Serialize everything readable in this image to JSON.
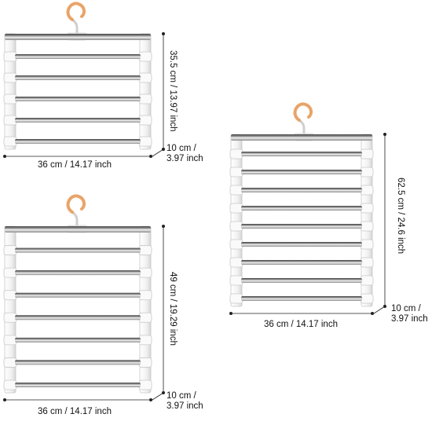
{
  "hangers": [
    {
      "name": "hanger-5-tier",
      "bars": 5,
      "width_label": "36 cm / 14.17 inch",
      "height_label": "35.5 cm / 13.97 inch",
      "depth_label_line1": "10 cm /",
      "depth_label_line2": "3.97 inch"
    },
    {
      "name": "hanger-7-tier",
      "bars": 7,
      "width_label": "36 cm / 14.17 inch",
      "height_label": "49 cm / 19.29 inch",
      "depth_label_line1": "10 cm /",
      "depth_label_line2": "3.97 inch"
    },
    {
      "name": "hanger-9-tier",
      "bars": 9,
      "width_label": "36 cm / 14.17 inch",
      "height_label": "62.5 cm / 24.6 inch",
      "depth_label_line1": "10 cm /",
      "depth_label_line2": "3.97 inch"
    }
  ],
  "colors": {
    "frame": "#f4f4f4",
    "frame_edge": "#c9c9c9",
    "bar_dark": "#5a5a5a",
    "bar_light": "#e6e6e6",
    "hook": "#e9a468",
    "line": "#222222"
  }
}
